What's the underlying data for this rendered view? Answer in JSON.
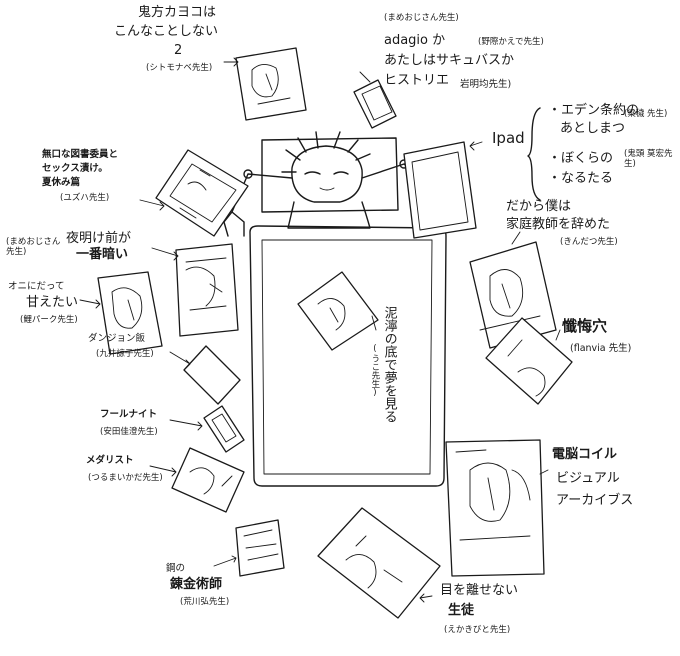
{
  "labels": {
    "kihokahoko_title1": "鬼方カヨコは",
    "kihokahoko_title2": "こんなことしない",
    "kihokahoko_title3": "2",
    "kihokahoko_author": "(シトモナベ先生)",
    "adagio_author_top": "(まめおじさん先生)",
    "adagio_title1": "adagio か",
    "adagio_title2": "あたしはサキュバスか",
    "adagio_title3": "ヒストリエ",
    "adagio_author2": "(野際かえで先生)",
    "adagio_author3": "岩明均先生)",
    "ipad": "Ipad",
    "eden_title1": "・エデン条約の",
    "eden_title2": "あとしまつ",
    "eden_author": "(梁穢 先生)",
    "bokuno_title1": "・ぼくらの",
    "bokuno_title2": "・なるたる",
    "bokuno_author": "(鬼頭 莫宏先生)",
    "mukuchi_title1": "無口な図書委員と",
    "mukuchi_title2": "セックス漬け。",
    "mukuchi_title3": "夏休み篇",
    "mukuchi_author": "(ユズハ先生)",
    "katei_title1": "だから僕は",
    "katei_title2": "家庭教師を辞めた",
    "katei_author": "(きんだつ先生)",
    "yoake_author": "(まめおじさん先生)",
    "yoake_title1": "夜明け前が",
    "yoake_title2": "一番暗い",
    "onii_title1": "オニにだって",
    "onii_title2": "甘えたい",
    "onii_author": "(鯉パーク先生)",
    "zange_title": "懺悔穴",
    "zange_author": "(flanvia 先生)",
    "dungeon_title": "ダンジョン飯",
    "dungeon_author": "(九井諒子先生)",
    "doro_title": "泥濘の底で夢を見る",
    "doro_author": "(うこ先生)",
    "fool_title": "フールナイト",
    "fool_author": "(安田佳澄先生)",
    "dennou_title1": "電脳コイル",
    "dennou_title2": "ビジュアル",
    "dennou_title3": "アーカイブス",
    "medalist_title": "メダリスト",
    "medalist_author": "(つるまいかだ先生)",
    "hagane_title1": "鋼の",
    "hagane_title2": "錬金術師",
    "hagane_author": "(荒川弘先生)",
    "meohanasenai_title1": "目を離せない",
    "meohanasenai_title2": "生徒",
    "meohanasenai_author": "(えかきびと先生)"
  }
}
